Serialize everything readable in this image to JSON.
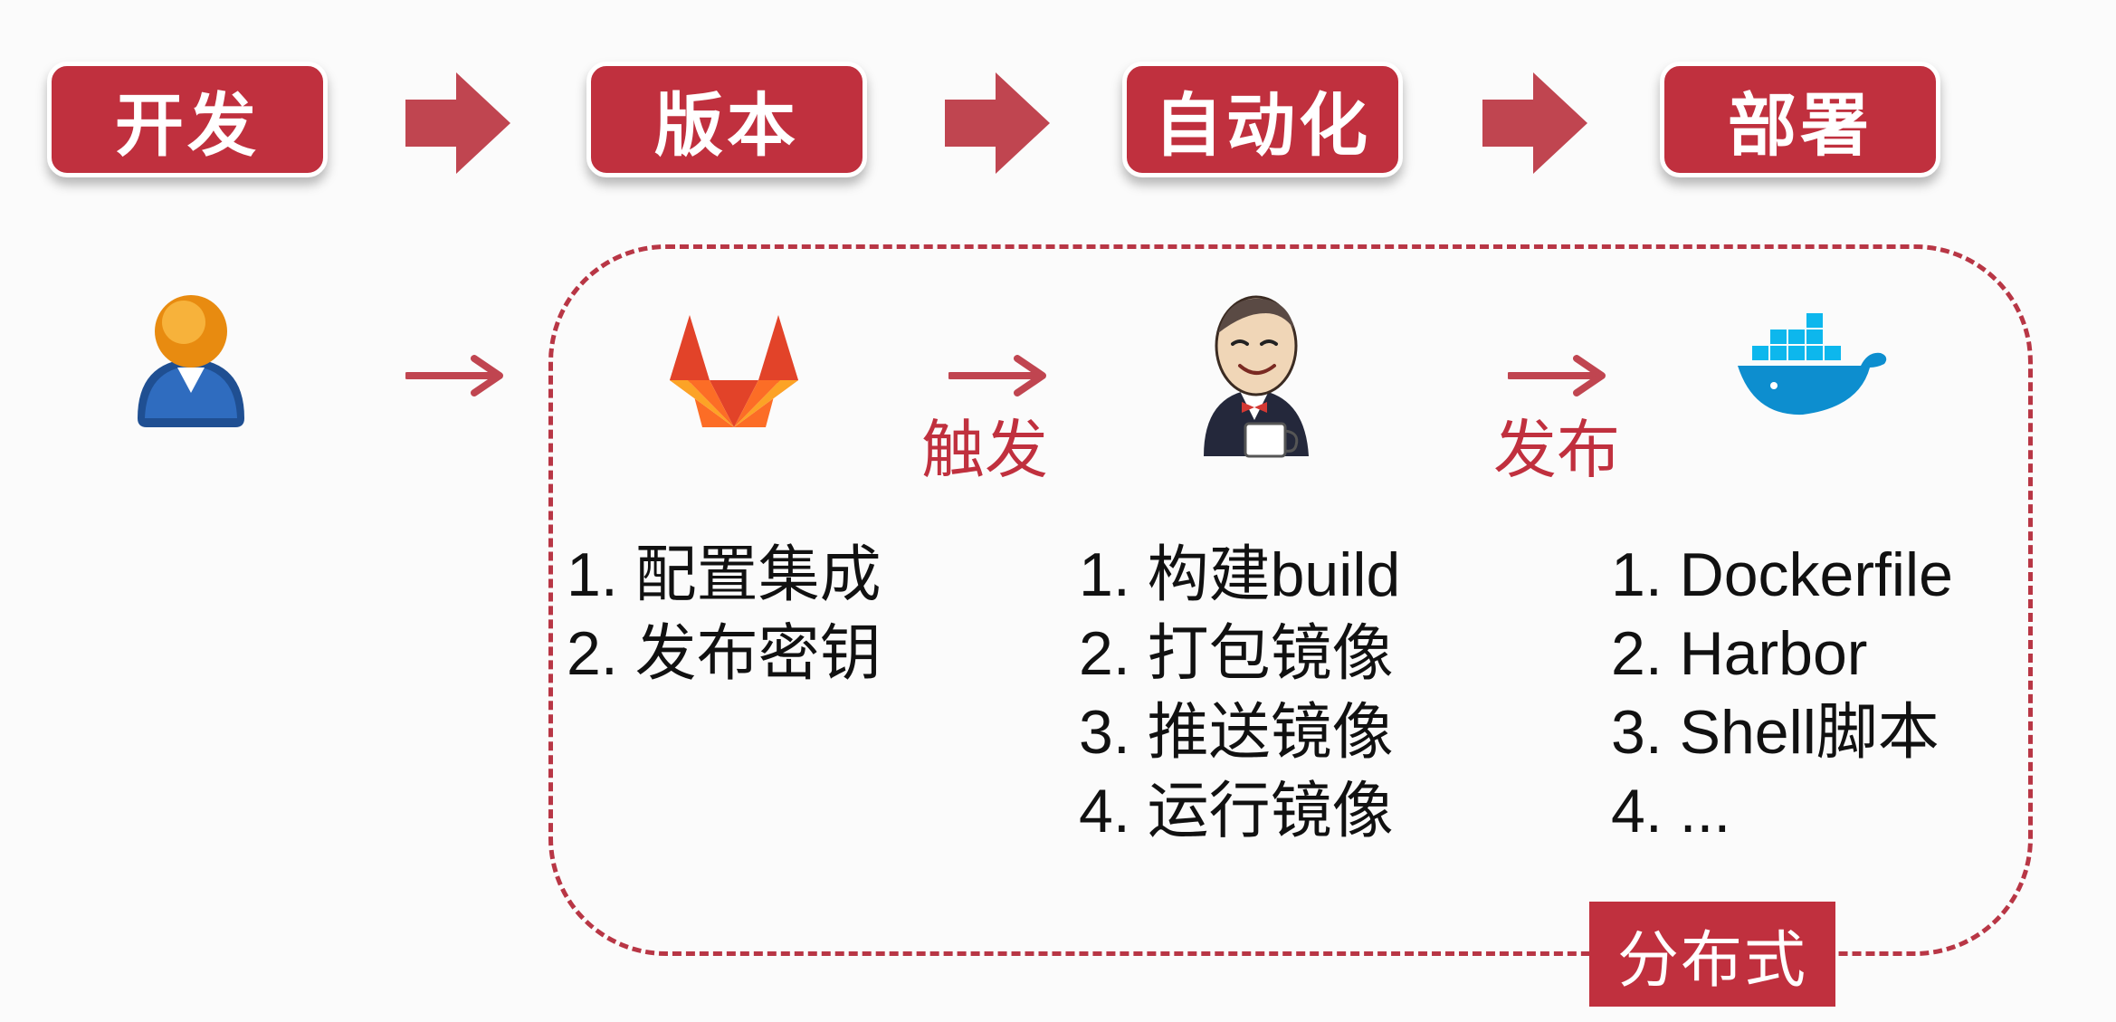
{
  "stages": [
    "开发",
    "版本",
    "自动化",
    "部署"
  ],
  "arrow_labels": {
    "trigger": "触发",
    "publish": "发布"
  },
  "lists": {
    "gitlab": [
      "1. 配置集成",
      "2. 发布密钥"
    ],
    "jenkins": [
      "1. 构建build",
      "2. 打包镜像",
      "3. 推送镜像",
      "4. 运行镜像"
    ],
    "docker": [
      "1. Dockerfile",
      "2. Harbor",
      "3. Shell脚本",
      "4. ..."
    ]
  },
  "tag": "分布式",
  "icons": [
    "user-icon",
    "gitlab-icon",
    "jenkins-icon",
    "docker-icon"
  ],
  "colors": {
    "accent": "#c0303e",
    "arrow": "#c04550"
  }
}
